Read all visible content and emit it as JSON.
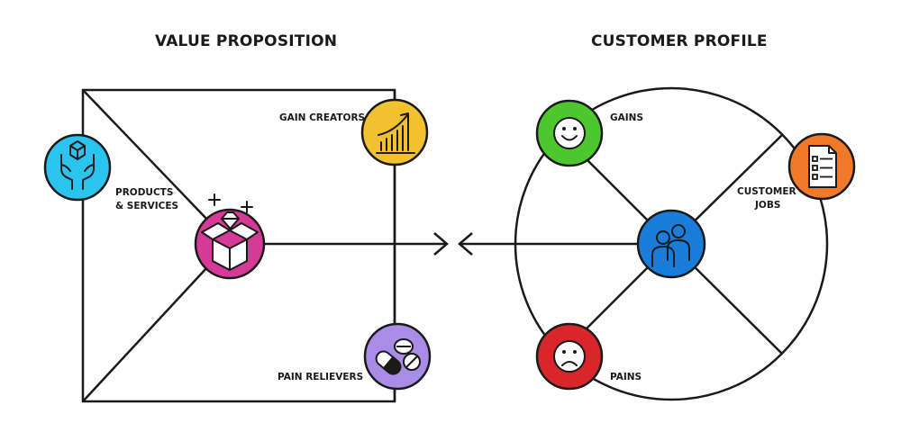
{
  "value_proposition": {
    "title": "VALUE PROPOSITION",
    "gain_creators_label": "GAIN CREATORS",
    "products_label_line1": "PRODUCTS",
    "products_label_line2": "& SERVICES",
    "pain_relievers_label": "PAIN RELIEVERS",
    "icons": {
      "products": "hands-holding-box-icon",
      "gain_creators": "rising-bar-chart-icon",
      "center": "gift-box-diamond-icon",
      "pain_relievers": "pills-icon"
    },
    "colors": {
      "products": "#2bc4ee",
      "gain_creators": "#f2c12e",
      "center": "#d63a97",
      "pain_relievers": "#a98ce6"
    }
  },
  "customer_profile": {
    "title": "CUSTOMER PROFILE",
    "gains_label": "GAINS",
    "customer_jobs_line1": "CUSTOMER",
    "customer_jobs_line2": "JOBS",
    "pains_label": "PAINS",
    "icons": {
      "gains": "smiley-face-icon",
      "customer_jobs": "checklist-icon",
      "center": "people-icon",
      "pains": "sad-face-icon"
    },
    "colors": {
      "gains": "#4cc72e",
      "customer_jobs": "#f07a2a",
      "center": "#1a7ddc",
      "pains": "#d9262b"
    }
  }
}
